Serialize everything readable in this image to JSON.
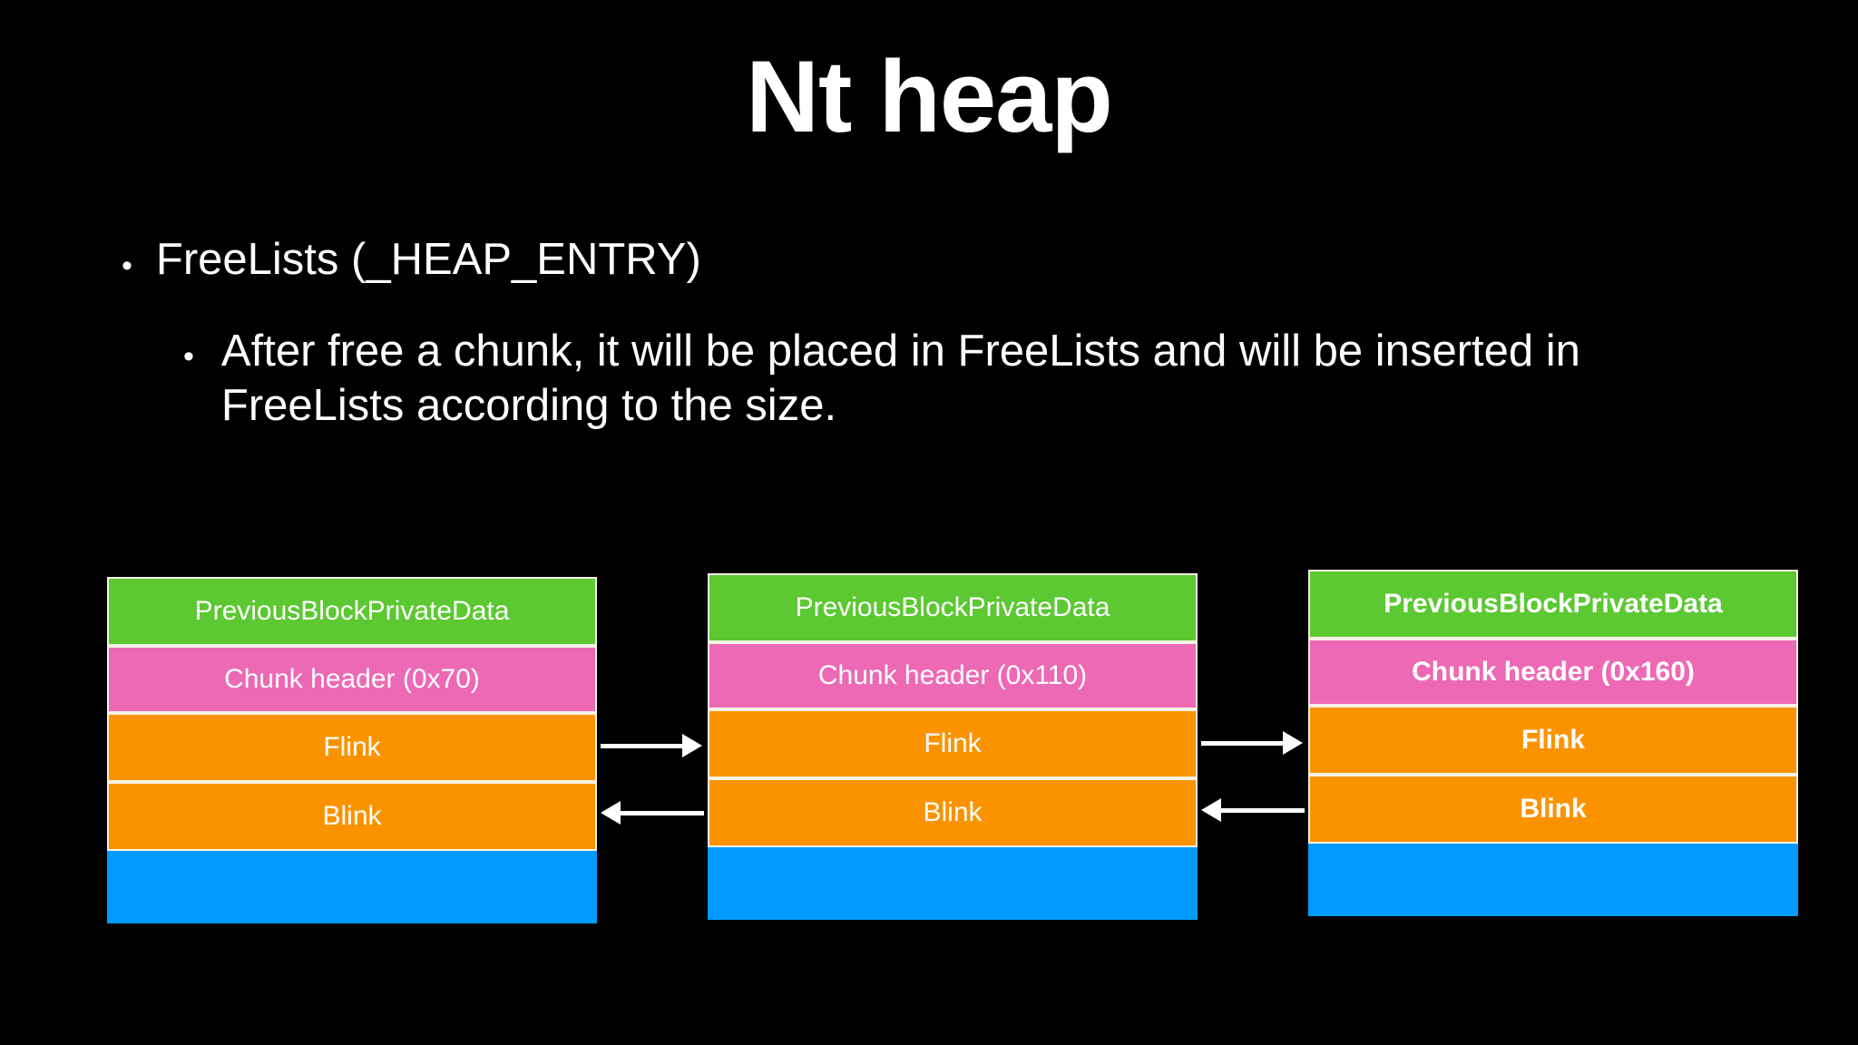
{
  "slide": {
    "title": "Nt heap",
    "background_color": "#000000",
    "text_color": "#ffffff"
  },
  "bullets": [
    {
      "level": 1,
      "marker": "•",
      "text": "FreeLists (_HEAP_ENTRY)"
    },
    {
      "level": 2,
      "marker": "•",
      "text": "After free a chunk, it will be placed in FreeLists and will be inserted in FreeLists according to the size."
    }
  ],
  "diagram": {
    "row_labels": {
      "prev": "PreviousBlockPrivateData",
      "flink": "Flink",
      "blink": "Blink",
      "data": ""
    },
    "colors": {
      "prev": "#5cc832",
      "header": "#ed69b5",
      "flink": "#fb9300",
      "blink": "#fb9300",
      "data": "#029bfd",
      "border": "#f6f2e6",
      "arrow": "#ffffff"
    },
    "blocks": [
      {
        "id": "chunk-1",
        "prev": "PreviousBlockPrivateData",
        "header": "Chunk header (0x70)",
        "flink": "Flink",
        "blink": "Blink",
        "data": ""
      },
      {
        "id": "chunk-2",
        "prev": "PreviousBlockPrivateData",
        "header": "Chunk header (0x110)",
        "flink": "Flink",
        "blink": "Blink",
        "data": ""
      },
      {
        "id": "chunk-3",
        "prev": "PreviousBlockPrivateData",
        "header": "Chunk header (0x160)",
        "flink": "Flink",
        "blink": "Blink",
        "data": ""
      }
    ],
    "connectors": [
      {
        "id": "link-1-2",
        "forward": "Flink",
        "backward": "Blink"
      },
      {
        "id": "link-2-3",
        "forward": "Flink",
        "backward": "Blink"
      }
    ]
  }
}
